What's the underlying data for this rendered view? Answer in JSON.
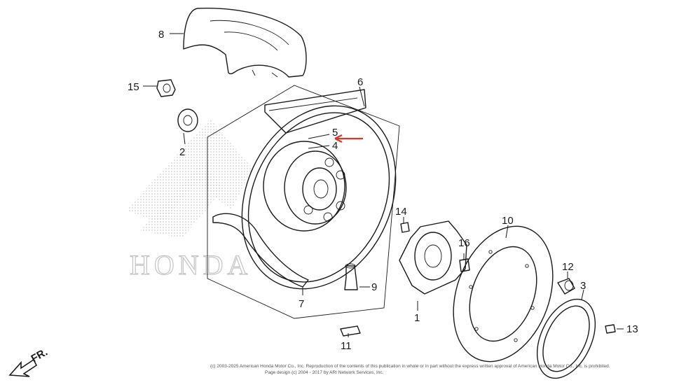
{
  "diagram": {
    "callouts": {
      "c1": "1",
      "c2": "2",
      "c3": "3",
      "c4": "4",
      "c5": "5",
      "c6": "6",
      "c7": "7",
      "c8": "8",
      "c9": "9",
      "c10": "10",
      "c11": "11",
      "c12": "12",
      "c13": "13",
      "c14": "14",
      "c15": "15",
      "c16": "16"
    },
    "direction_label": "FR.",
    "watermark_text": "HONDA",
    "copyright_line1": "(c) 2003-2025 American Honda Motor Co., Inc. Reproduction of the contents of this publication in whole or in part without the express written approval of American Honda Motor Co., Inc. is prohibited.",
    "copyright_line2": "Page design (c) 2004 - 2017 by ARI Network Services, Inc.",
    "highlight_color": "#e0342b"
  }
}
